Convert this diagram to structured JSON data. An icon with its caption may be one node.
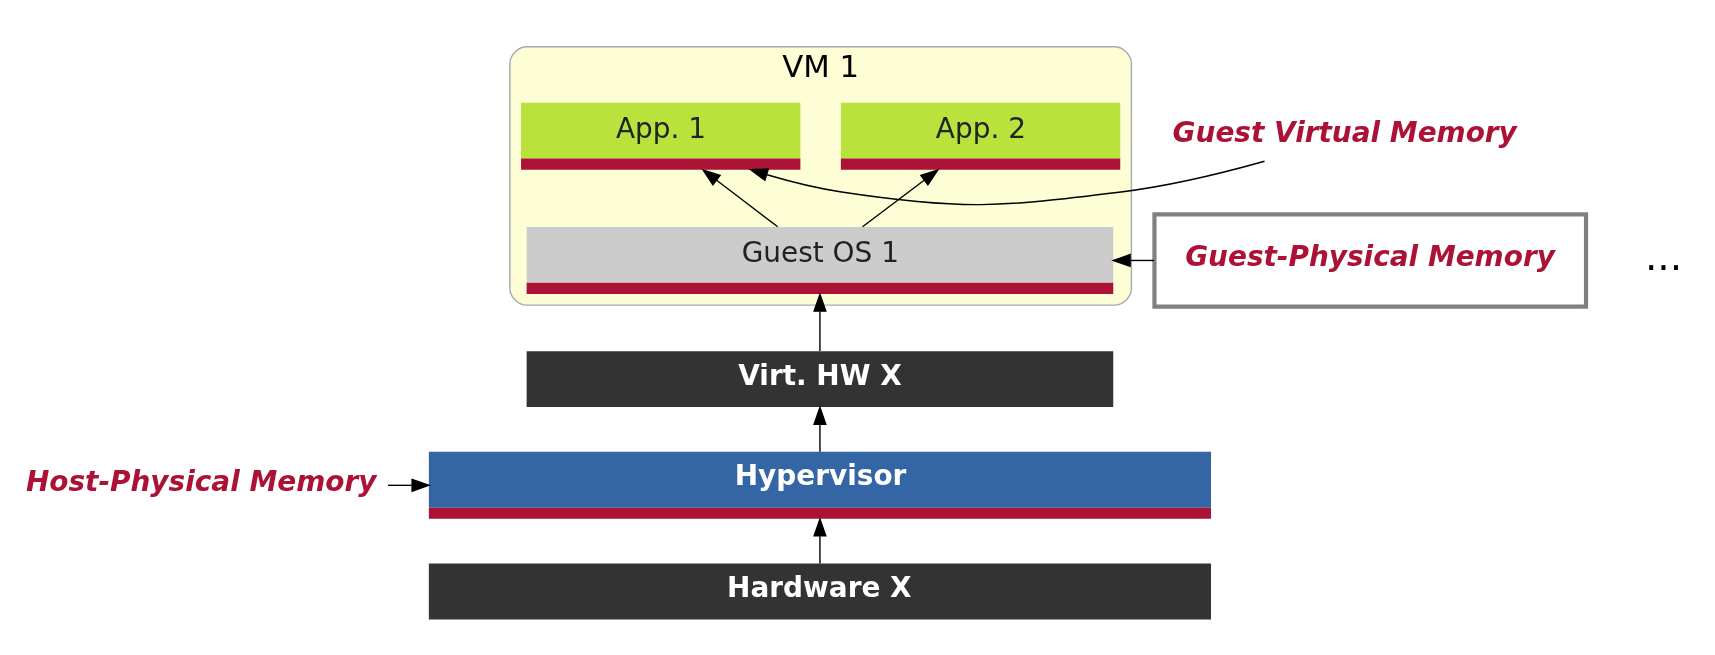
{
  "diagram": {
    "nodes": [
      {
        "text": [
          "VM 1"
        ]
      },
      {
        "text": [
          "App. 1"
        ],
        "in": 0
      },
      {
        "text": [
          "App. 2"
        ],
        "in": 0
      },
      {
        "text": [
          "Guest OS 1"
        ],
        "in": 0
      },
      {
        "text": [
          "Virt. HW X"
        ]
      },
      {
        "text": [
          "Hypervisor"
        ]
      },
      {
        "text": [
          "Hardware X"
        ]
      },
      {
        "text": [
          "Guest Virtual Memory"
        ]
      },
      {
        "text": [
          "Guest-Physical Memory"
        ]
      },
      {
        "text": [
          "Host-Physical Memory"
        ]
      }
    ],
    "edges": [
      {
        "from": 3,
        "to": 1,
        "arrow": "to"
      },
      {
        "from": 3,
        "to": 2,
        "arrow": "to"
      },
      {
        "from": 4,
        "to": 3,
        "arrow": "to"
      },
      {
        "from": 5,
        "to": 4,
        "arrow": "to"
      },
      {
        "from": 6,
        "to": 5,
        "arrow": "to"
      },
      {
        "from": 7,
        "to": 1,
        "arrow": "to"
      },
      {
        "from": 8,
        "to": 3,
        "arrow": "to"
      },
      {
        "from": 9,
        "to": 5,
        "arrow": "to"
      }
    ],
    "labels": [
      "..."
    ]
  }
}
